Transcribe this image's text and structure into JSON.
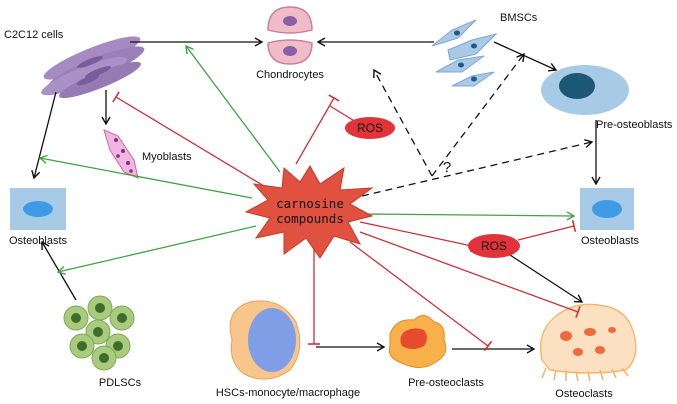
{
  "colors": {
    "activate_green": "#3fa33f",
    "inhibit_red": "#c8323a",
    "ros_fill": "#e2333a",
    "center_fill": "#e0513f",
    "arrow_black": "#111111"
  },
  "center": {
    "line1": "carnosine",
    "line2": "compounds"
  },
  "question_mark": "?",
  "labels": {
    "c2c12": "C2C12 cells",
    "chondrocytes": "Chondrocytes",
    "bmscs": "BMSCs",
    "myoblasts": "Myoblasts",
    "pre_osteoblasts": "Pre-osteoblasts",
    "osteoblasts_left": "Osteoblasts",
    "osteoblasts_right": "Osteoblasts",
    "pdlscs": "PDLSCs",
    "hscs": "HSCs-monocyte/macrophage",
    "pre_osteoclasts": "Pre-osteoclasts",
    "osteoclasts": "Osteoclasts",
    "ros_top": "ROS",
    "ros_right": "ROS"
  }
}
